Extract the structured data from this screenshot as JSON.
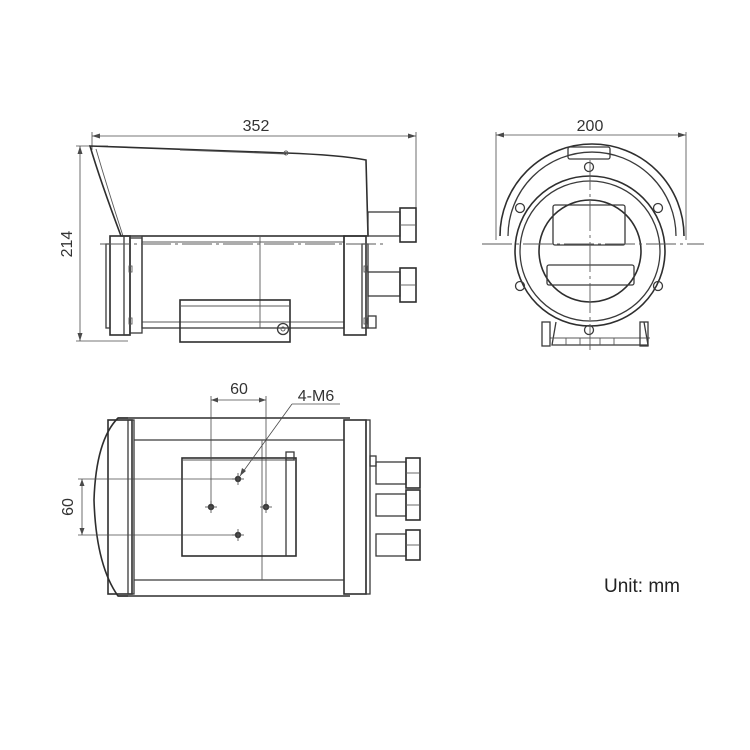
{
  "dimensions": {
    "length": "352",
    "height": "214",
    "width": "200",
    "hole_spacing_h": "60",
    "hole_spacing_v": "60",
    "hole_spec": "4-M6"
  },
  "unit_label": "Unit: mm",
  "colors": {
    "line": "#3a3a3a",
    "background": "#ffffff"
  }
}
